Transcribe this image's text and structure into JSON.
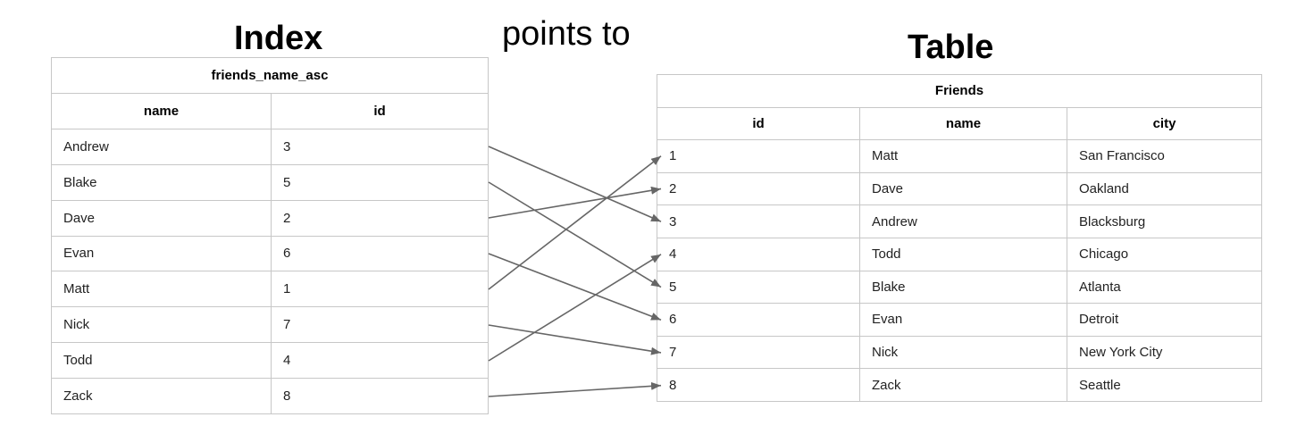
{
  "titles": {
    "index": "Index",
    "points_to": "points to",
    "table": "Table"
  },
  "index_table": {
    "title": "friends_name_asc",
    "columns": [
      "name",
      "id"
    ],
    "rows": [
      {
        "name": "Andrew",
        "id": 3
      },
      {
        "name": "Blake",
        "id": 5
      },
      {
        "name": "Dave",
        "id": 2
      },
      {
        "name": "Evan",
        "id": 6
      },
      {
        "name": "Matt",
        "id": 1
      },
      {
        "name": "Nick",
        "id": 7
      },
      {
        "name": "Todd",
        "id": 4
      },
      {
        "name": "Zack",
        "id": 8
      }
    ]
  },
  "friends_table": {
    "title": "Friends",
    "columns": [
      "id",
      "name",
      "city"
    ],
    "rows": [
      {
        "id": 1,
        "name": "Matt",
        "city": "San Francisco"
      },
      {
        "id": 2,
        "name": "Dave",
        "city": "Oakland"
      },
      {
        "id": 3,
        "name": "Andrew",
        "city": "Blacksburg"
      },
      {
        "id": 4,
        "name": "Todd",
        "city": "Chicago"
      },
      {
        "id": 5,
        "name": "Blake",
        "city": "Atlanta"
      },
      {
        "id": 6,
        "name": "Evan",
        "city": "Detroit"
      },
      {
        "id": 7,
        "name": "Nick",
        "city": "New York City"
      },
      {
        "id": 8,
        "name": "Zack",
        "city": "Seattle"
      }
    ]
  },
  "arrows": {
    "color": "#666666",
    "mappings": [
      {
        "from": "Andrew",
        "from_row": 0,
        "to_id": 3
      },
      {
        "from": "Blake",
        "from_row": 1,
        "to_id": 5
      },
      {
        "from": "Dave",
        "from_row": 2,
        "to_id": 2
      },
      {
        "from": "Evan",
        "from_row": 3,
        "to_id": 6
      },
      {
        "from": "Matt",
        "from_row": 4,
        "to_id": 1
      },
      {
        "from": "Nick",
        "from_row": 5,
        "to_id": 7
      },
      {
        "from": "Todd",
        "from_row": 6,
        "to_id": 4
      },
      {
        "from": "Zack",
        "from_row": 7,
        "to_id": 8
      }
    ]
  }
}
